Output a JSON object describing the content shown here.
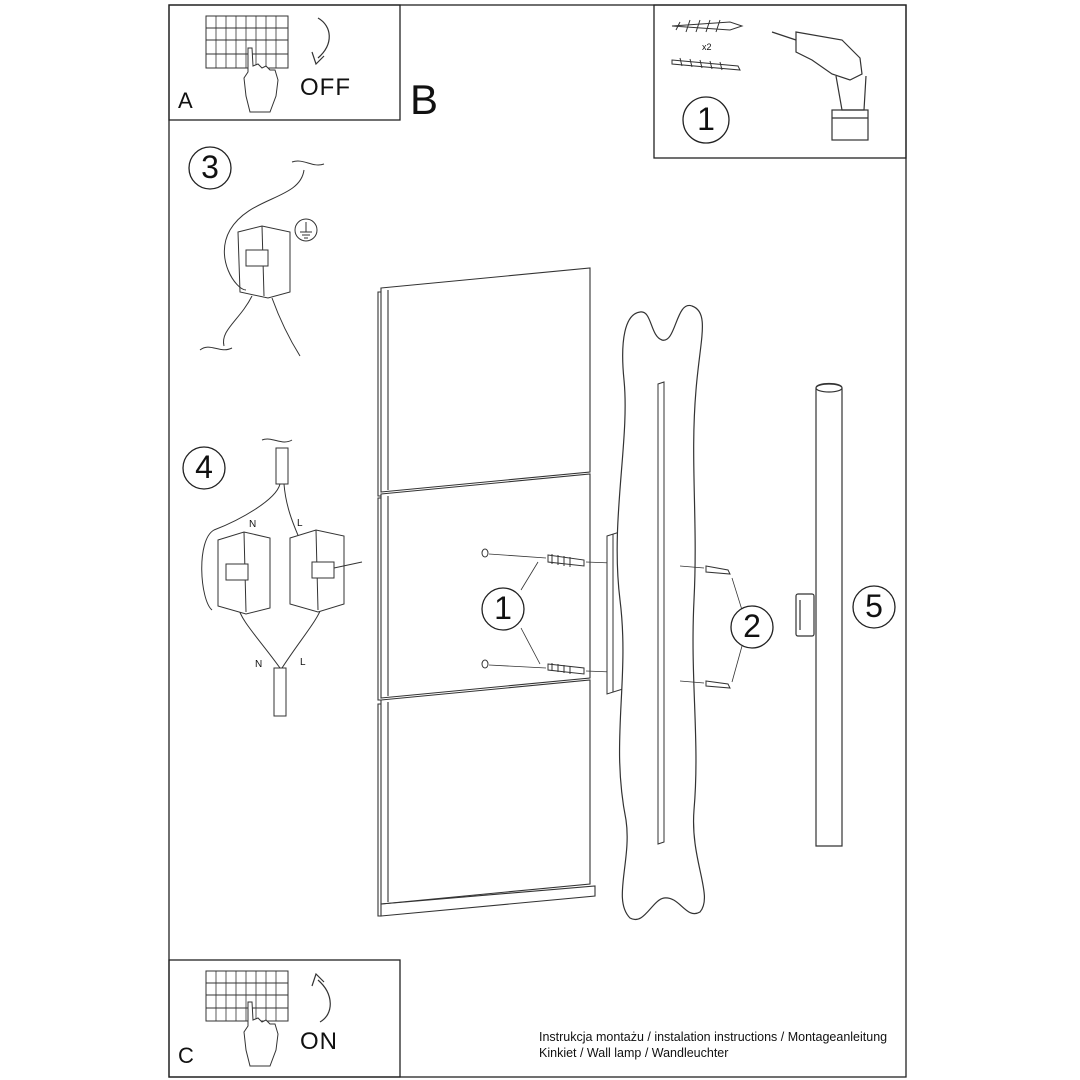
{
  "steps": {
    "a": {
      "letter": "A",
      "switch_text": "OFF"
    },
    "b": {
      "letter": "B"
    },
    "c": {
      "letter": "C",
      "switch_text": "ON"
    }
  },
  "callouts": {
    "tools_step": "1",
    "anchor_qty": "x2",
    "connect_ground": "3",
    "connect_phase": "4",
    "wall_plugs": "1",
    "screws": "2",
    "tube": "5"
  },
  "wiring": {
    "top_neutral": "N",
    "top_live": "L",
    "bottom_neutral": "N",
    "bottom_live": "L"
  },
  "footer": {
    "line1": "Instrukcja montażu / instalation instructions / Montageanleitung",
    "line2": "Kinkiet / Wall lamp / Wandleuchter"
  },
  "icons": [
    "breaker-panel-icon",
    "hand-icon",
    "curved-arrow-icon",
    "wall-anchor-icon",
    "screw-icon",
    "drill-icon",
    "terminal-block-icon",
    "ground-symbol-icon"
  ]
}
